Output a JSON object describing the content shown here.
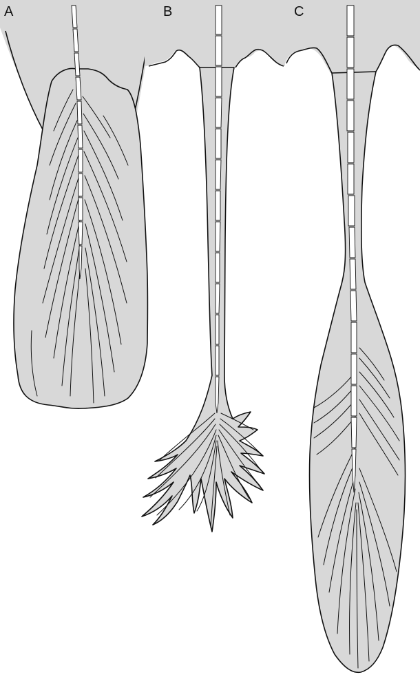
{
  "figure": {
    "panels": [
      {
        "id": "a",
        "label": "A"
      },
      {
        "id": "b",
        "label": "B"
      },
      {
        "id": "c",
        "label": "C"
      }
    ]
  },
  "colors": {
    "fill": "#d8d8d8",
    "outline": "#111111",
    "bone": "#ffffff",
    "background": "#ffffff"
  }
}
